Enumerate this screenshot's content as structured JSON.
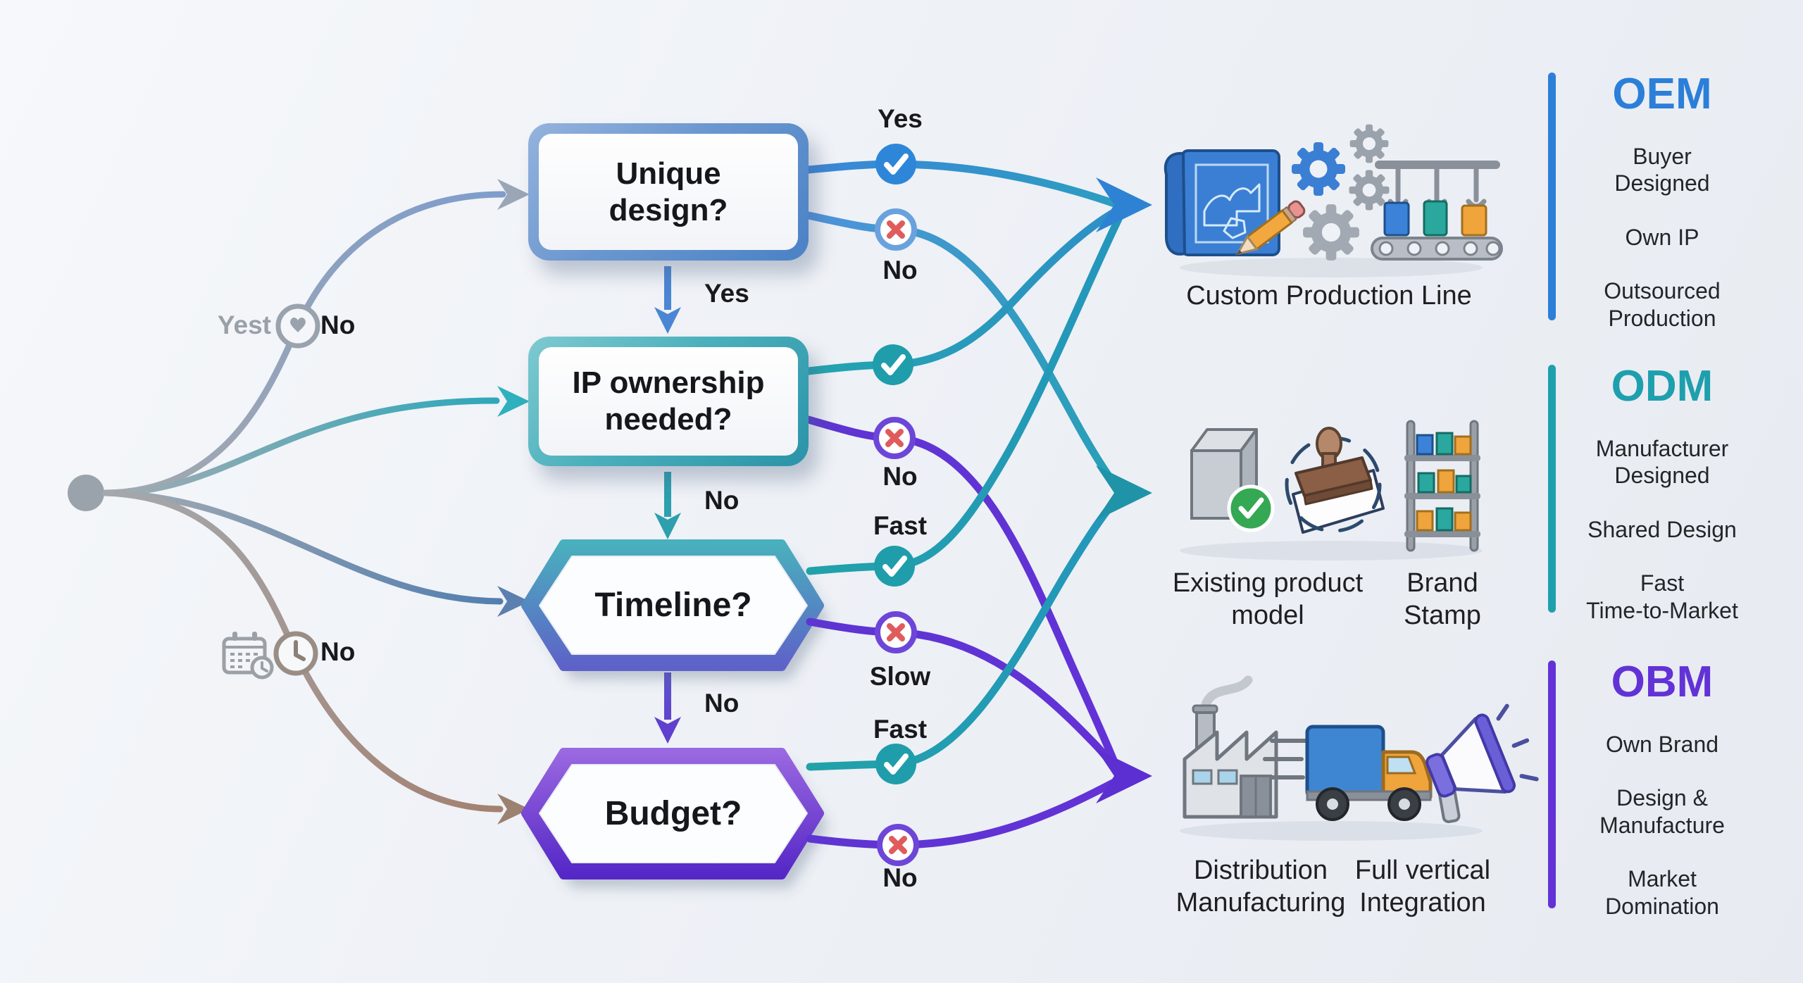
{
  "flow": {
    "nodes": {
      "unique_design": "Unique\ndesign?",
      "ip_ownership": "IP ownership\nneeded?",
      "timeline": "Timeline?",
      "budget": "Budget?"
    },
    "step_labels": {
      "ud_to_ip": "Yes",
      "ip_to_tl": "No",
      "tl_to_bd": "No"
    },
    "gates": {
      "design": {
        "left": "Yest",
        "right": "No"
      },
      "time": {
        "right": "No"
      }
    },
    "outcomes": {
      "ud_yes": "Yes",
      "ud_no": "No",
      "ip_no": "No",
      "tl_fast": "Fast",
      "tl_slow": "Slow",
      "bd_fast": "Fast",
      "bd_no": "No"
    }
  },
  "results": {
    "oem": {
      "heading": "OEM",
      "items": [
        "Buyer\nDesigned",
        "Own IP",
        "Outsourced\nProduction"
      ],
      "caption": "Custom Production Line"
    },
    "odm": {
      "heading": "ODM",
      "items": [
        "Manufacturer\nDesigned",
        "Shared Design",
        "Fast\nTime-to-Market"
      ],
      "captions": [
        "Existing product\nmodel",
        "Brand\nStamp"
      ]
    },
    "obm": {
      "heading": "OBM",
      "items": [
        "Own Brand",
        "Design &\nManufacture",
        "Market\nDomination"
      ],
      "captions": [
        "Distribution\nManufacturing",
        "Full vertical\nIntegration"
      ]
    }
  },
  "colors": {
    "oem_blue": "#2b7fd9",
    "odm_teal": "#1e9fae",
    "obm_purple": "#6232d6",
    "check_blue": "#2e86d9",
    "check_teal": "#1f9daa",
    "x_red": "#e05c5c",
    "branch_gray": "#a5a8ad",
    "branch_brown": "#a3806f"
  }
}
